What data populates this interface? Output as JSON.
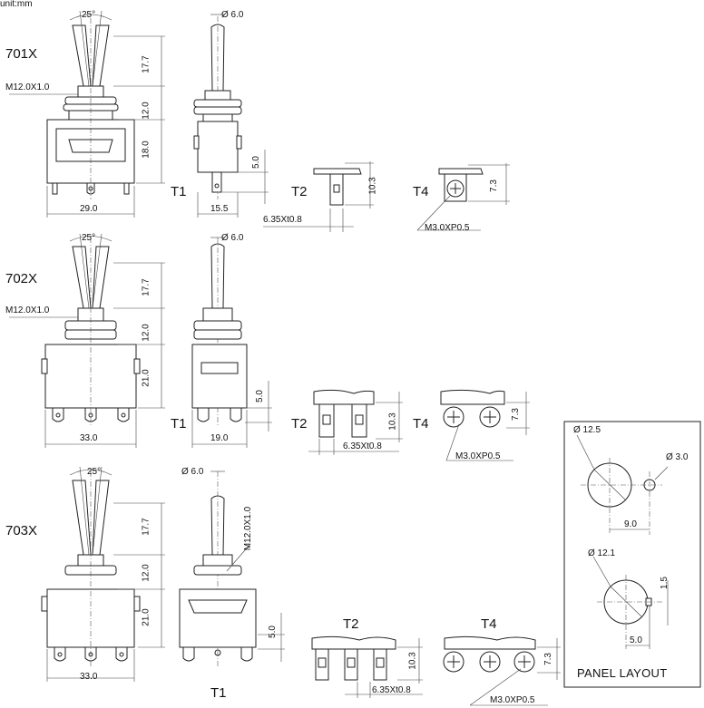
{
  "unit_label": "unit:mm",
  "models": [
    {
      "name": "701X",
      "angle": "25°",
      "thread": "M12.0X1.0",
      "dims_front": [
        "17.7",
        "12.0",
        "18.0"
      ],
      "width_front": "29.0",
      "side_diameter": "Ø 6.0",
      "side_width": "15.5",
      "side_pin": "5.0",
      "t1": "T1",
      "t2": "T2",
      "t2_height": "10.3",
      "t2_tab": "6.35Xt0.8",
      "t4": "T4",
      "t4_height": "7.3",
      "t4_screw": "M3.0XP0.5"
    },
    {
      "name": "702X",
      "angle": "25°",
      "thread": "M12.0X1.0",
      "dims_front": [
        "17.7",
        "12.0",
        "21.0"
      ],
      "width_front": "33.0",
      "side_diameter": "Ø 6.0",
      "side_width": "19.0",
      "side_pin": "5.0",
      "t1": "T1",
      "t2": "T2",
      "t2_height": "10.3",
      "t2_tab": "6.35Xt0.8",
      "t4": "T4",
      "t4_height": "7.3",
      "t4_screw": "M3.0XP0.5"
    },
    {
      "name": "703X",
      "angle": "25°",
      "thread": "M12.0X1.0",
      "dims_front": [
        "17.7",
        "12.0",
        "21.0"
      ],
      "width_front": "33.0",
      "side_diameter": "Ø 6.0",
      "side_pin": "5.0",
      "t1": "T1",
      "t2": "T2",
      "t2_height": "10.3",
      "t2_tab": "6.35Xt0.8",
      "t4": "T4",
      "t4_height": "7.3",
      "t4_screw": "M3.0XP0.5"
    }
  ],
  "panel": {
    "title": "PANEL LAYOUT",
    "hole1": "Ø 12.5",
    "hole1_small": "Ø 3.0",
    "hole1_offset": "9.0",
    "hole2": "Ø 12.1",
    "hole2_key": "1.5",
    "hole2_offset": "5.0"
  }
}
